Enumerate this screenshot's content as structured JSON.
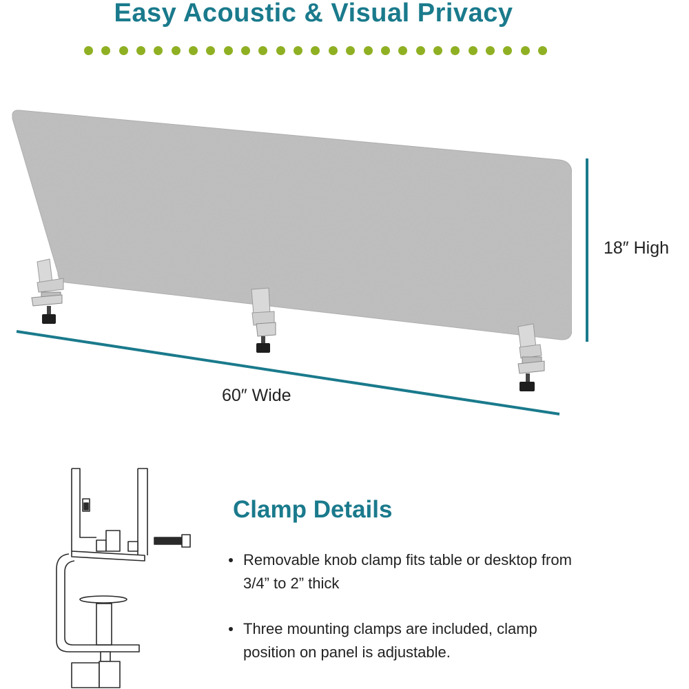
{
  "title": "Easy Acoustic & Visual Privacy",
  "accent_color": "#1a7a8c",
  "dot_color": "#8fb023",
  "dimensions": {
    "height_label": "18″ High",
    "width_label": "60″ Wide"
  },
  "clamp": {
    "title": "Clamp Details",
    "bullets": [
      "Removable knob clamp fits table or desktop from 3/4” to 2” thick",
      "Three mounting clamps are included, clamp position on panel is adjustable."
    ]
  },
  "icons": [
    "privacy-panel-illustration",
    "clamp-bracket-icon",
    "clamp-line-drawing"
  ]
}
